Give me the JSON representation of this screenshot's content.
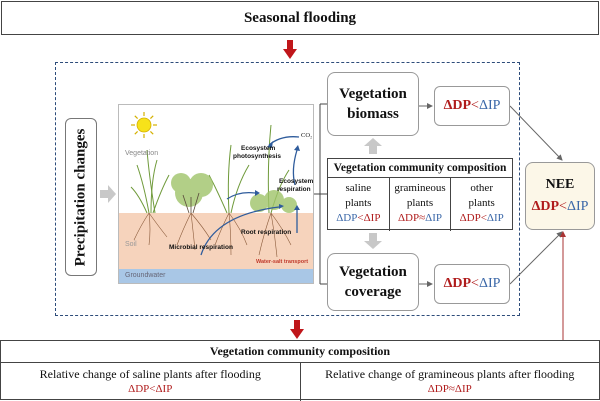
{
  "header": {
    "title": "Seasonal flooding"
  },
  "driver": {
    "label": "Precipitation changes"
  },
  "illustration": {
    "labels": {
      "vegetation": "Vegetation",
      "soil": "Soil",
      "groundwater": "Groundwater",
      "co2": "CO₂",
      "photosynthesis_1": "Ecosystem",
      "photosynthesis_2": "photosynthesis",
      "eco_resp_1": "Ecosystem",
      "eco_resp_2": "respiration",
      "root_resp": "Root respiration",
      "microbial_resp": "Microbial respiration",
      "water_salt": "Water-salt transport"
    },
    "colors": {
      "soil": "#f6d3bc",
      "groundwater": "#a9c7e6",
      "arrow": "#2f5c9c",
      "sun": "#f7e21a"
    }
  },
  "boxes": {
    "veg_biomass": {
      "line1": "Vegetation",
      "line2": "biomass"
    },
    "veg_coverage": {
      "line1": "Vegetation",
      "line2": "coverage"
    },
    "res_biomass": {
      "dp": "ΔDP",
      "op": "<",
      "ip": "ΔIP"
    },
    "res_coverage": {
      "dp": "ΔDP",
      "op": "<",
      "ip": "ΔIP"
    },
    "nee": {
      "title": "NEE",
      "dp": "ΔDP",
      "op": "<",
      "ip": "ΔIP"
    }
  },
  "composition_table": {
    "title": "Vegetation community composition",
    "cells": [
      {
        "line1": "saline",
        "line2": "plants",
        "dp": "ΔDP",
        "op": "<",
        "ip": "ΔIP"
      },
      {
        "line1": "gramineous",
        "line2": "plants",
        "dp": "ΔDP",
        "op": "≈",
        "ip": "ΔIP"
      },
      {
        "line1": "other",
        "line2": "plants",
        "dp": "ΔDP",
        "op": "<",
        "ip": "ΔIP"
      }
    ]
  },
  "bottom_table": {
    "title": "Vegetation community composition",
    "cells": [
      {
        "text": "Relative change of saline plants after flooding",
        "relation": "ΔDP<ΔIP"
      },
      {
        "text": "Relative change of gramineous plants after flooding",
        "relation": "ΔDP≈ΔIP"
      }
    ]
  },
  "colors": {
    "dp": "#b01c1c",
    "ip": "#3a67a8",
    "arrow_red": "#c0161a",
    "arrow_gray": "#c8c8c8",
    "dashed": "#2d4c7a",
    "nee_bg": "#fcf7e8"
  }
}
